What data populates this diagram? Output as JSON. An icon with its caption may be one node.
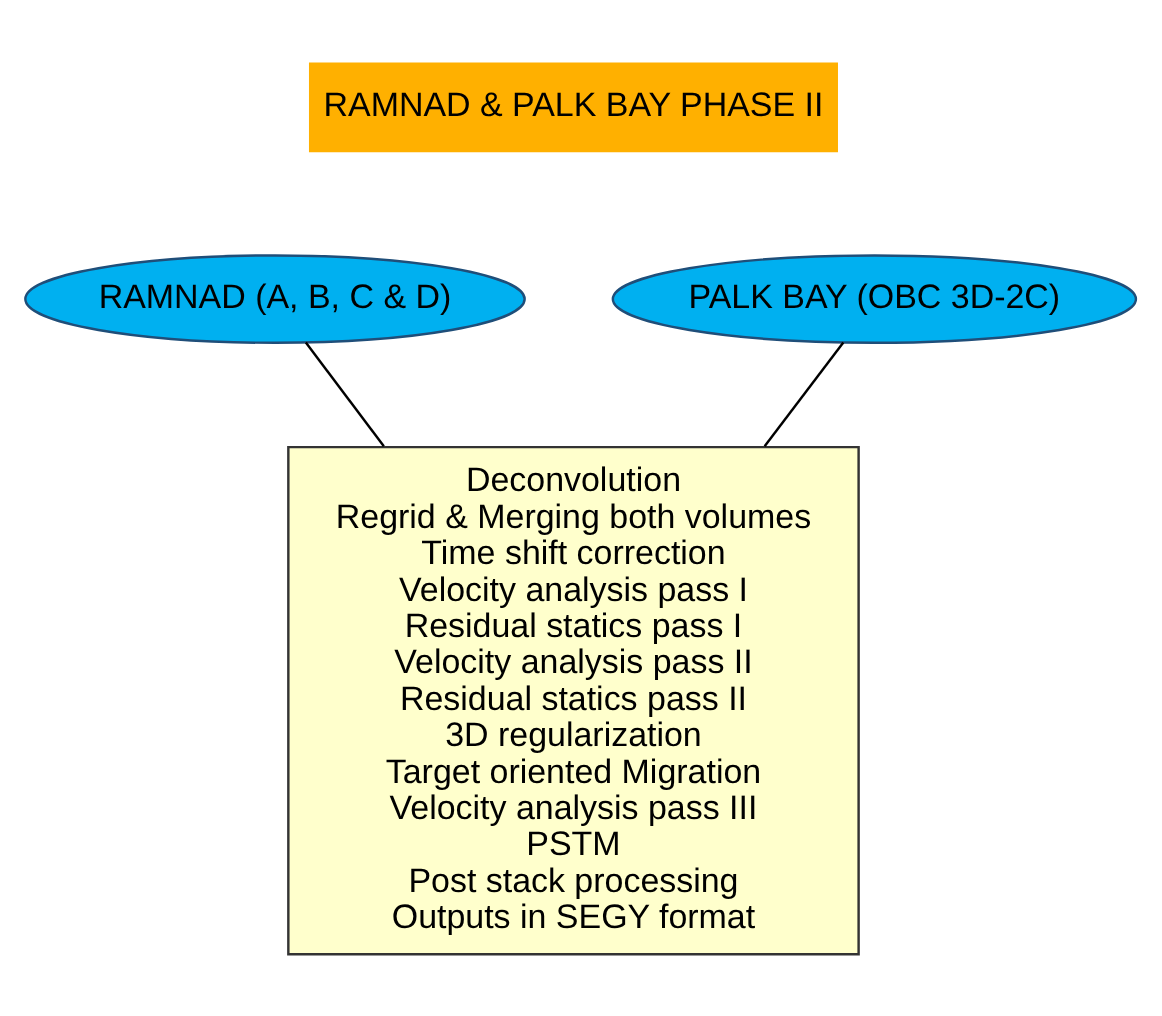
{
  "diagram": {
    "nodes": [
      {
        "text": [
          "RAMNAD & PALK BAY PHASE II"
        ]
      },
      {
        "text": [
          "RAMNAD (A, B, C & D)"
        ]
      },
      {
        "text": [
          "PALK BAY (OBC 3D-2C)"
        ]
      },
      {
        "text": [
          "Deconvolution",
          "Regrid & Merging both volumes",
          "Time shift correction",
          "Velocity analysis pass I",
          "Residual statics pass I",
          "Velocity analysis pass II",
          "Residual statics pass II",
          "3D regularization",
          "Target oriented Migration",
          "Velocity analysis pass III",
          "PSTM",
          "Post stack processing",
          "Outputs in SEGY format"
        ]
      }
    ],
    "edges": [
      {
        "from": 1,
        "to": 3,
        "arrow": "none"
      },
      {
        "from": 2,
        "to": 3,
        "arrow": "none"
      }
    ]
  }
}
